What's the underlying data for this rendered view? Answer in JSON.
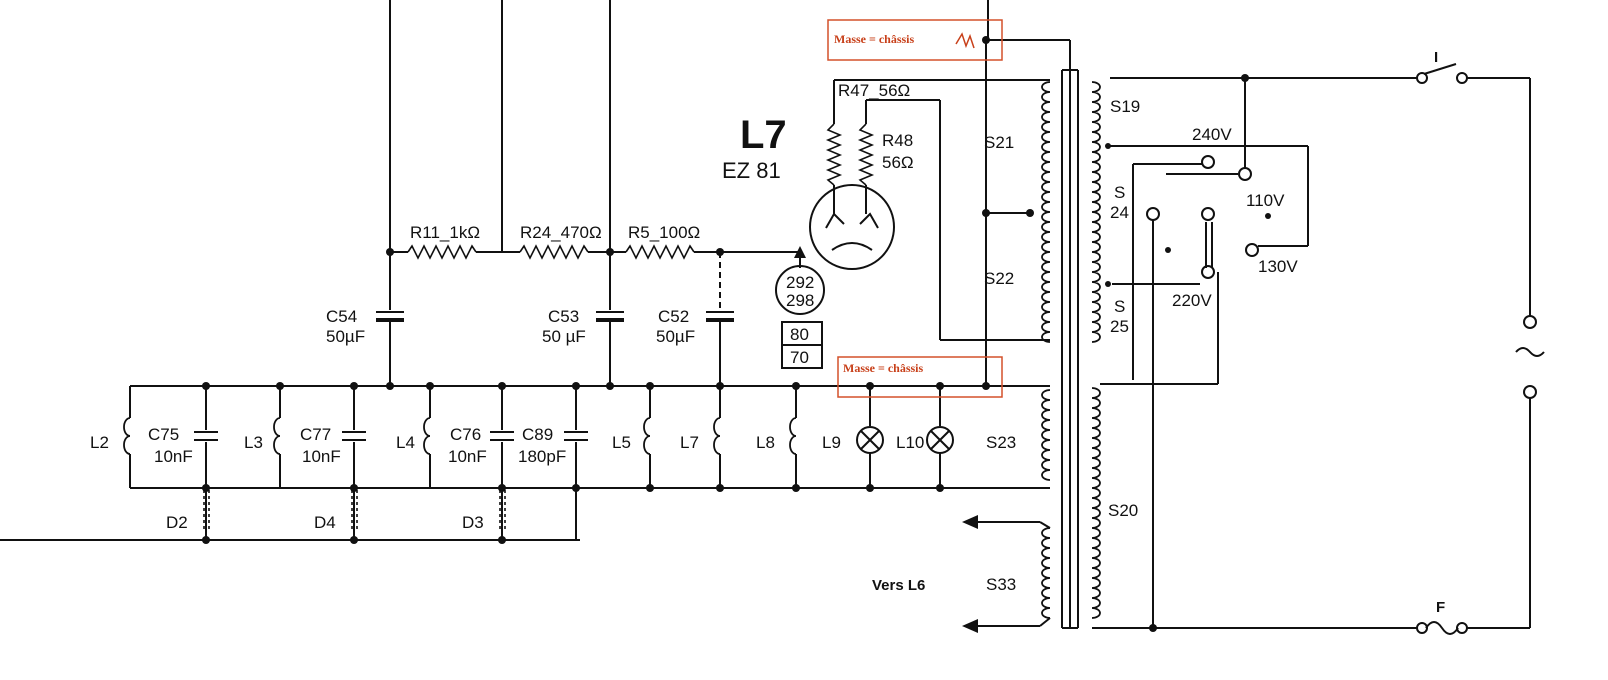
{
  "tube": {
    "name": "L7",
    "type": "EZ 81"
  },
  "notes": [
    "Masse = châssis",
    "Masse = châssis"
  ],
  "resistors": [
    {
      "id": "r11",
      "label": "R11_1kΩ"
    },
    {
      "id": "r24",
      "label": "R24_470Ω"
    },
    {
      "id": "r5",
      "label": "R5_100Ω"
    },
    {
      "id": "r47",
      "label": "R47_56Ω"
    },
    {
      "id": "r48",
      "label": "R48",
      "value": "56Ω"
    }
  ],
  "capacitors": [
    {
      "id": "c54",
      "label": "C54",
      "value": "50µF"
    },
    {
      "id": "c53",
      "label": "C53",
      "value": "50 µF"
    },
    {
      "id": "c52",
      "label": "C52",
      "value": "50µF"
    },
    {
      "id": "c75",
      "label": "C75",
      "value": "10nF"
    },
    {
      "id": "c77",
      "label": "C77",
      "value": "10nF"
    },
    {
      "id": "c76",
      "label": "C76",
      "value": "10nF"
    },
    {
      "id": "c89",
      "label": "C89",
      "value": "180pF"
    }
  ],
  "inductors": [
    "L2",
    "L3",
    "L4",
    "L5",
    "L7",
    "L8"
  ],
  "lamps": [
    "L9",
    "L10"
  ],
  "diodes": [
    "D2",
    "D4",
    "D3"
  ],
  "windings": [
    "S19",
    "S21",
    "S22",
    "S23",
    "S20",
    "S33",
    "S",
    "24",
    "S",
    "25"
  ],
  "voltages": [
    "240V",
    "110V",
    "130V",
    "220V"
  ],
  "tube_pins": {
    "top": [
      "292",
      "298"
    ],
    "bottom": [
      "80",
      "70"
    ]
  },
  "output_label": "Vers L6",
  "switch_label": "I",
  "fuse_label": "F"
}
